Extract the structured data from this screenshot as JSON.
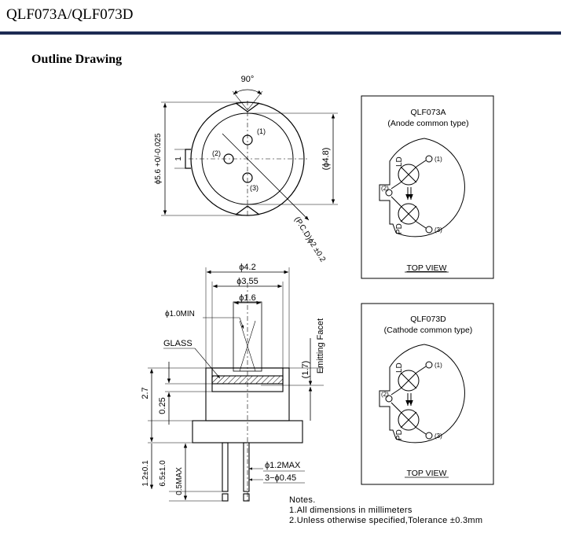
{
  "header": {
    "title": "QLF073A/QLF073D"
  },
  "section": {
    "title": "Outline Drawing"
  },
  "top_view": {
    "angle": "90°",
    "diameter_left": "ϕ5.6 +0/-0.025",
    "diameter_right": "(ϕ4.8)",
    "pcd": "(P.C.D)ϕ2 ±0.2",
    "pin1": "(1)",
    "pin2": "(2)",
    "pin3": "(3)",
    "notch_dim": "1"
  },
  "side_view": {
    "d42": "ϕ4.2",
    "d355": "ϕ3.55",
    "d16": "ϕ1.6",
    "d10min": "ϕ1.0MIN",
    "glass": "GLASS",
    "h17": "(1.7)",
    "emitting_facet": "Emitting Facet",
    "h27": "2.7",
    "h025": "0.25",
    "h12": "1.2±0.1",
    "h65": "6.5±1.0",
    "h05max": "0.5MAX",
    "d12max": "ϕ1.2MAX",
    "pins": "3−ϕ0.45"
  },
  "box_a": {
    "model": "QLF073A",
    "type": "(Anode common type)",
    "ld": "LD",
    "pd": "PD",
    "p1": "(1)",
    "p2": "(2)",
    "p3": "(3)",
    "view": "TOP VIEW"
  },
  "box_d": {
    "model": "QLF073D",
    "type": "(Cathode common type)",
    "ld": "LD",
    "pd": "PD",
    "p1": "(1)",
    "p2": "(2)",
    "p3": "(3)",
    "view": "TOP VIEW"
  },
  "notes": {
    "heading": "Notes.",
    "line1": "1.All dimensions in millimeters",
    "line2": "2.Unless otherwise specified,Tolerance ±0.3mm"
  }
}
